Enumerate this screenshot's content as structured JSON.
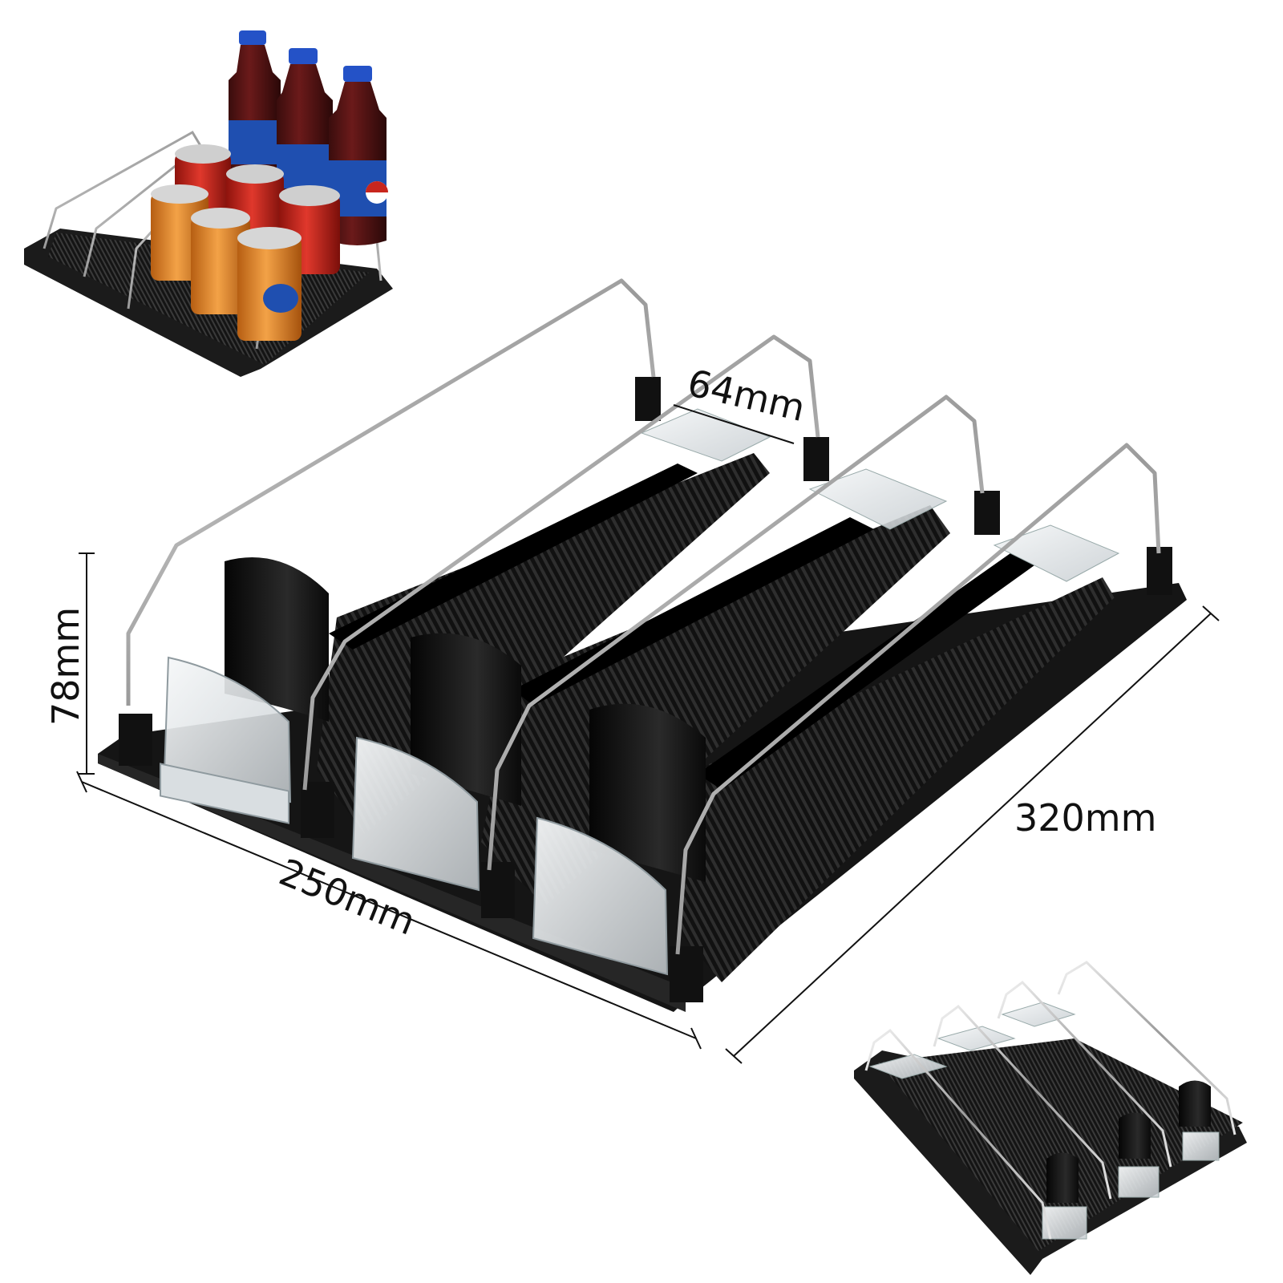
{
  "dimensions": {
    "width_label": "64mm",
    "height_label": "78mm",
    "length_label": "320mm",
    "depth_label": "250mm"
  },
  "colors": {
    "background": "#ffffff",
    "tray": "#111111",
    "rail": "#1c1c1c",
    "wire": "#c9c9c9",
    "pusher_clear": "#e4e8ea",
    "pepsi_blue": "#1f4fb0",
    "coke_red": "#c8261d",
    "fanta_orange": "#e8882a"
  },
  "insets": {
    "top_left": "product-in-use-photo",
    "bottom_right": "rear-view-photo"
  }
}
